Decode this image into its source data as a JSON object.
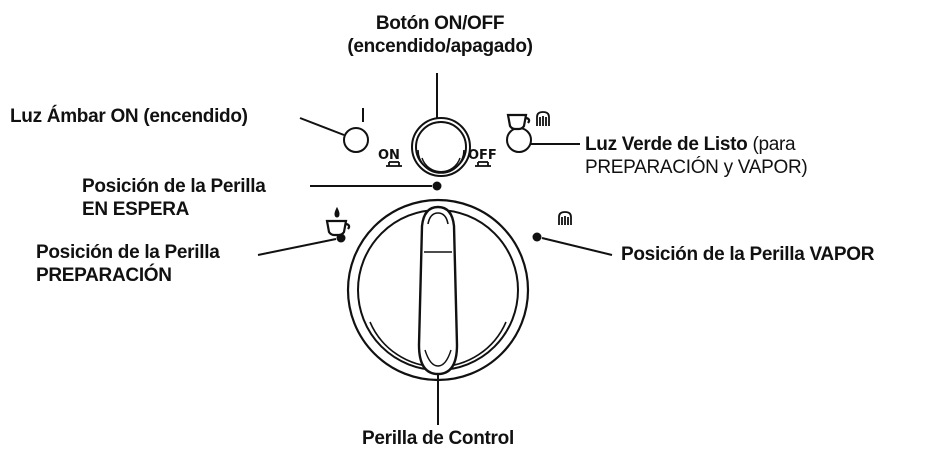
{
  "labels": {
    "power_button_line1": "Botón ON/OFF",
    "power_button_line2": "(encendido/apagado)",
    "amber_light": "Luz Ámbar ON (encendido)",
    "green_light_bold": "Luz Verde de Listo",
    "green_light_rest": " (para",
    "green_light_line2": "PREPARACIÓN y VAPOR)",
    "standby_line1": "Posición de la Perilla",
    "standby_line2": "EN ESPERA",
    "brew_line1": "Posición de la Perilla",
    "brew_line2": "PREPARACIÓN",
    "steam": "Posición de la Perilla VAPOR",
    "control_knob": "Perilla de Control"
  },
  "panel": {
    "on_label": "ON",
    "off_label": "OFF"
  },
  "icons": [
    "coffee-cup-drop-icon",
    "coffee-cup-icon",
    "steam-icon",
    "indicator-bar-icon"
  ],
  "colors": {
    "ink": "#111111",
    "background": "#ffffff"
  }
}
